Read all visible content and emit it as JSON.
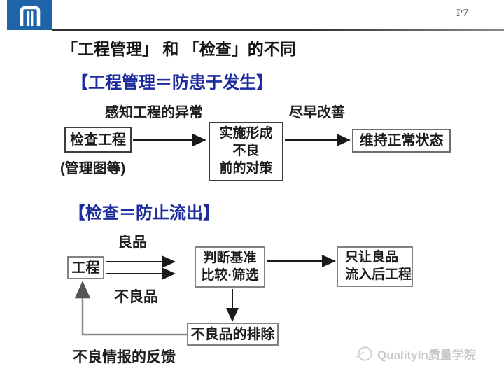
{
  "page": {
    "number_label": "P7"
  },
  "colors": {
    "logo_blue": "#1f63a8",
    "heading_blue": "#1c2b9d",
    "watermark_gray": "#c8c8c8"
  },
  "title": "「工程管理」 和 「检查」的不同",
  "section_process_management": {
    "heading": "【工程管理＝防患于发生】",
    "flow": {
      "label_above_arrow1": "感知工程的异常",
      "label_above_arrow2": "尽早改善",
      "box_inspect_process": "检查工程",
      "caption_under_box": "(管理图等)",
      "box_countermeasure_lines": [
        "实施形成",
        "不良",
        "前的对策"
      ],
      "box_maintain_normal": "维持正常状态"
    }
  },
  "section_inspection": {
    "heading": "【检查＝防止流出】",
    "flow": {
      "box_process": "工程",
      "label_good": "良品",
      "label_defective": "不良品",
      "box_judgement_lines": [
        "判断基准",
        "比较·筛选"
      ],
      "box_only_good_lines": [
        "只让良品",
        "流入后工程"
      ],
      "box_defect_removal": "不良品的排除",
      "label_feedback": "不良情报的反馈"
    }
  },
  "watermark": {
    "text": "QualityIn质量学院"
  }
}
